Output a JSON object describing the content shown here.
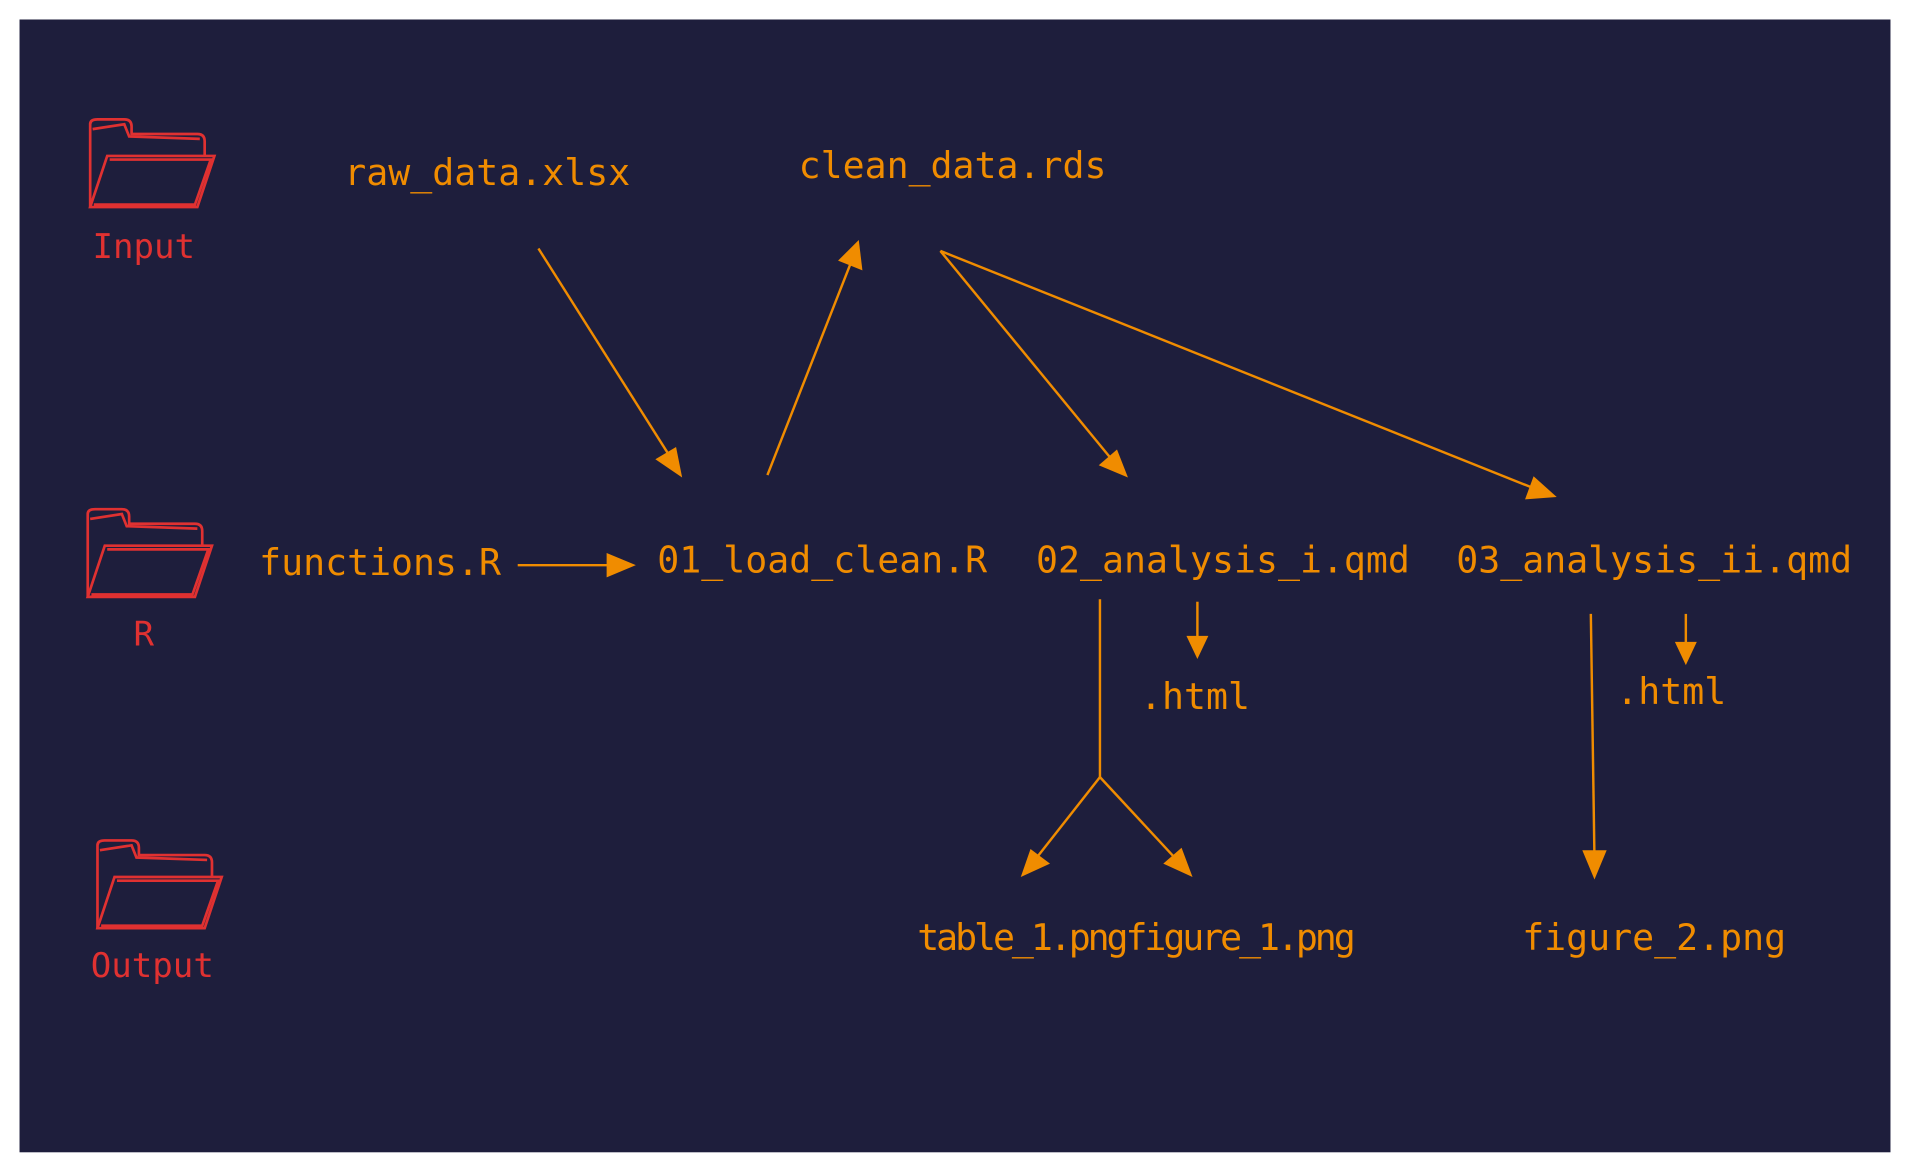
{
  "colors": {
    "background": "#1e1e3c",
    "accent": "#f08c00",
    "folder": "#e03131"
  },
  "folders": [
    {
      "label": "Input",
      "icon": "folder-icon"
    },
    {
      "label": "R",
      "icon": "folder-icon"
    },
    {
      "label": "Output",
      "icon": "folder-icon"
    }
  ],
  "nodes": {
    "raw_data": "raw_data.xlsx",
    "clean_data": "clean_data.rds",
    "functions": "functions.R",
    "load_clean": "01_load_clean.R",
    "analysis_i": "02_analysis_i.qmd",
    "analysis_ii": "03_analysis_ii.qmd",
    "html_i": ".html",
    "html_ii": ".html",
    "outputs_i": "table_1.pngfigure_1.png",
    "figure_2": "figure_2.png"
  }
}
